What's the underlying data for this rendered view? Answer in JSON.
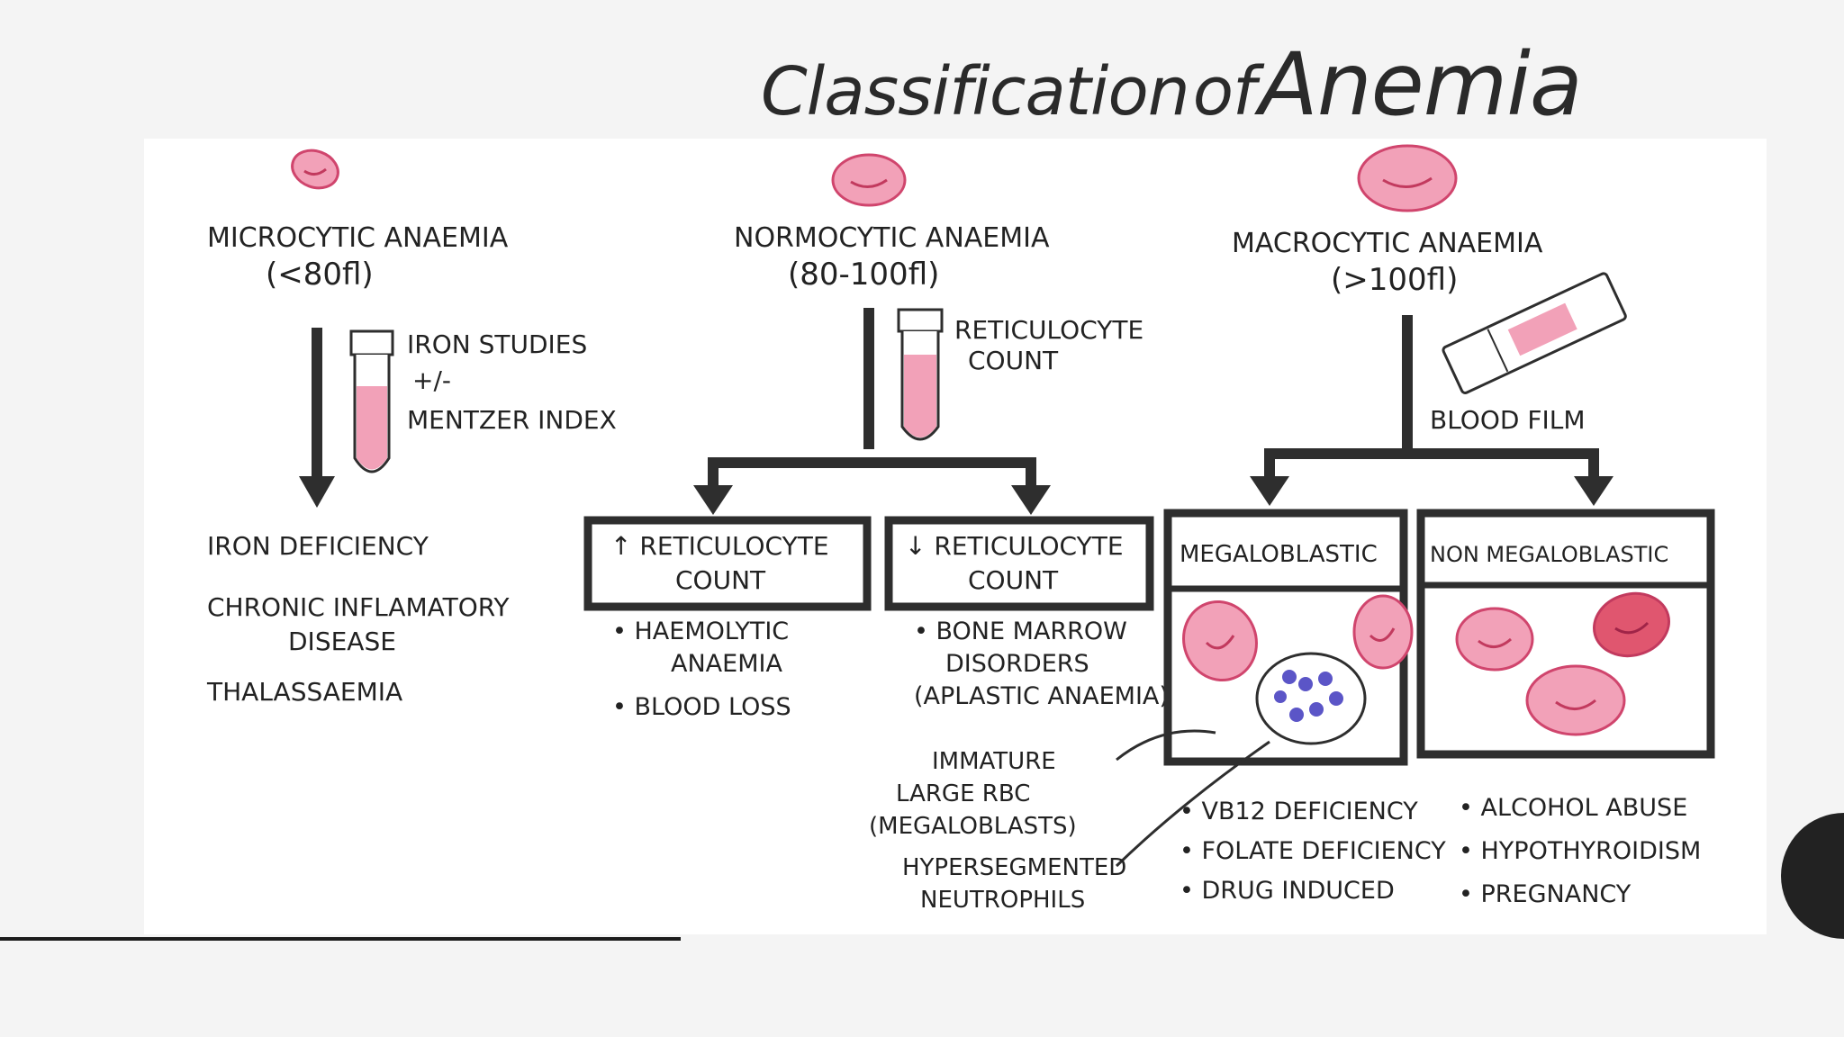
{
  "slide": {
    "title_part1": "Classification",
    "title_part2": "of",
    "title_part3": "Anemia"
  },
  "micro": {
    "heading": "MICROCYTIC ANAEMIA",
    "range": "(<80fl)",
    "test_line1": "IRON STUDIES",
    "test_line2": "+/-",
    "test_line3": "MENTZER INDEX",
    "causes": [
      "IRON DEFICIENCY",
      "CHRONIC INFLAMATORY",
      "DISEASE",
      "THALASSAEMIA"
    ]
  },
  "normo": {
    "heading": "NORMOCYTIC ANAEMIA",
    "range": "(80-100fl)",
    "test_line1": "RETICULOCYTE",
    "test_line2": "COUNT",
    "high_box_line1": "↑ RETICULOCYTE",
    "high_box_line2": "COUNT",
    "high_causes": [
      "• HAEMOLYTIC",
      "ANAEMIA",
      "• BLOOD LOSS"
    ],
    "low_box_line1": "↓ RETICULOCYTE",
    "low_box_line2": "COUNT",
    "low_causes": [
      "• BONE MARROW",
      "DISORDERS",
      "(APLASTIC ANAEMIA)"
    ]
  },
  "macro": {
    "heading": "MACROCYTIC ANAEMIA",
    "range": "(>100fl)",
    "test": "BLOOD FILM",
    "mega_box": "MEGALOBLASTIC",
    "nonmega_box": "NON MEGALOBLASTIC",
    "mega_notes": [
      "IMMATURE",
      "LARGE RBC",
      "(MEGALOBLASTS)",
      "HYPERSEGMENTED",
      "NEUTROPHILS"
    ],
    "mega_causes": [
      "• VB12 DEFICIENCY",
      "• FOLATE DEFICIENCY",
      "• DRUG INDUCED"
    ],
    "nonmega_causes": [
      "• ALCOHOL ABUSE",
      "• HYPOTHYROIDISM",
      "• PREGNANCY"
    ]
  },
  "colors": {
    "rbc_fill": "#f2a1b8",
    "rbc_stroke": "#d0456d",
    "rbc_dark": "#e0566f",
    "ink": "#2e2e2e",
    "neutrophil": "#5b55c7"
  },
  "icons": [
    "red-blood-cell-icon",
    "test-tube-icon",
    "blood-film-slide-icon",
    "neutrophil-icon"
  ]
}
